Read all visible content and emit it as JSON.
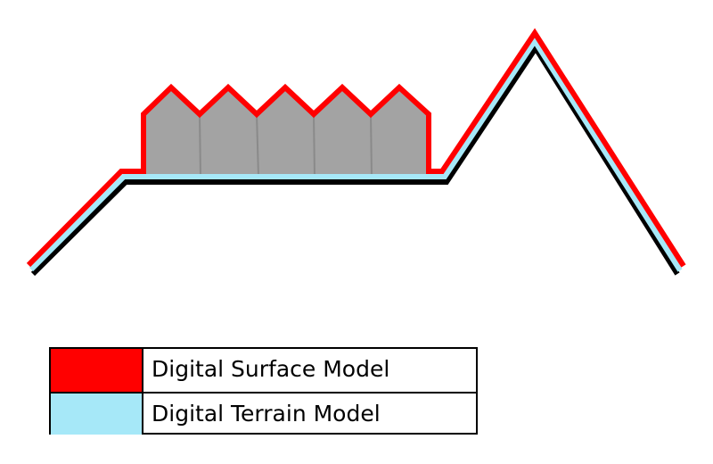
{
  "diagram": {
    "description": "Cross-section comparing Digital Surface Model and Digital Terrain Model",
    "colors": {
      "dsm": "#ff0000",
      "dtm": "#a6e8f8",
      "ground": "#000000",
      "building_fill": "#a3a3a3",
      "building_divider": "#8a8a8a"
    },
    "buildings_count": 5
  },
  "legend": {
    "items": [
      {
        "label": "Digital Surface Model",
        "color": "#ff0000"
      },
      {
        "label": "Digital Terrain Model",
        "color": "#a6e8f8"
      }
    ]
  }
}
